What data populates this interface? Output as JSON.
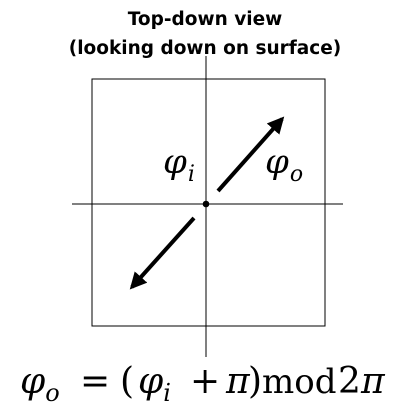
{
  "title": {
    "line1": "Top-down view",
    "line2": "(looking down on surface)"
  },
  "labels": {
    "phi_i": {
      "base": "φ",
      "sub": "i"
    },
    "phi_o": {
      "base": "φ",
      "sub": "o"
    }
  },
  "formula": {
    "lhs_base": "φ",
    "lhs_sub": "o",
    "equals": "=",
    "open_paren": "(",
    "phi_base": "φ",
    "phi_sub": "i",
    "plus": "+",
    "pi": "π",
    "close_paren": ")",
    "mod": "mod",
    "two": "2",
    "pi2": "π"
  },
  "colors": {
    "ink": "#000000",
    "background": "#ffffff"
  }
}
